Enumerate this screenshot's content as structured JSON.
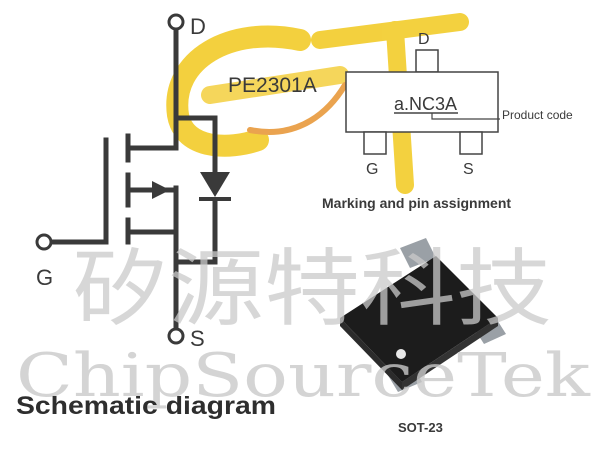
{
  "schematic": {
    "pin_drain": "D",
    "pin_gate": "G",
    "pin_source": "S",
    "caption": "Schematic diagram"
  },
  "marking": {
    "part_number": "PE2301A",
    "marking_code": "a.NC3A",
    "product_code_label": "Product code",
    "pin_drain": "D",
    "pin_gate": "G",
    "pin_source": "S",
    "caption": "Marking and pin assignment"
  },
  "package": {
    "caption": "SOT-23"
  },
  "watermark": {
    "chinese": "矽源特科技",
    "english": "ChipSourceTek"
  },
  "colors": {
    "line": "#3a3a3a",
    "logo_yellow": "#f2cc2a",
    "logo_orange": "#e89a3c",
    "watermark": "#c9c9c9",
    "chip_body": "#1c1c1c",
    "chip_lead": "#9aa0a6"
  }
}
